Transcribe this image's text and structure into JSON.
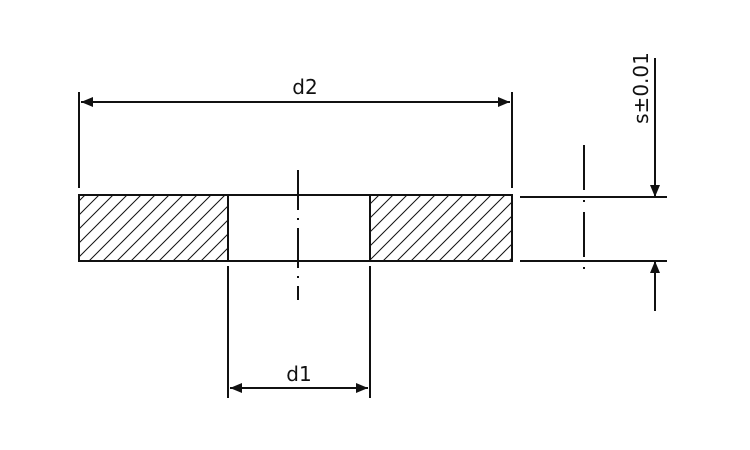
{
  "labels": {
    "outer_diameter": "d2",
    "inner_diameter": "d1",
    "thickness": "s±0.01"
  },
  "colors": {
    "line": "#111111",
    "background": "#ffffff"
  }
}
